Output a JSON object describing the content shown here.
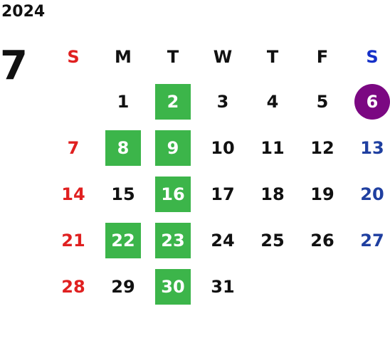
{
  "calendar": {
    "year": "2024",
    "month": "7",
    "colors": {
      "sunday": "#e02020",
      "saturday": "#1f3fa0",
      "highlight_green": "#3cb54a",
      "highlight_purple": "#7b0882"
    },
    "weekdays": [
      "S",
      "M",
      "T",
      "W",
      "T",
      "F",
      "S"
    ],
    "weeks": [
      [
        {
          "day": ""
        },
        {
          "day": "1"
        },
        {
          "day": "2",
          "highlight": "green"
        },
        {
          "day": "3"
        },
        {
          "day": "4"
        },
        {
          "day": "5"
        },
        {
          "day": "6",
          "highlight": "purple-circle"
        }
      ],
      [
        {
          "day": "7"
        },
        {
          "day": "8",
          "highlight": "green"
        },
        {
          "day": "9",
          "highlight": "green"
        },
        {
          "day": "10"
        },
        {
          "day": "11"
        },
        {
          "day": "12"
        },
        {
          "day": "13"
        }
      ],
      [
        {
          "day": "14"
        },
        {
          "day": "15"
        },
        {
          "day": "16",
          "highlight": "green"
        },
        {
          "day": "17"
        },
        {
          "day": "18"
        },
        {
          "day": "19"
        },
        {
          "day": "20"
        }
      ],
      [
        {
          "day": "21"
        },
        {
          "day": "22",
          "highlight": "green"
        },
        {
          "day": "23",
          "highlight": "green"
        },
        {
          "day": "24"
        },
        {
          "day": "25"
        },
        {
          "day": "26"
        },
        {
          "day": "27"
        }
      ],
      [
        {
          "day": "28"
        },
        {
          "day": "29"
        },
        {
          "day": "30",
          "highlight": "green"
        },
        {
          "day": "31"
        },
        {
          "day": ""
        },
        {
          "day": ""
        },
        {
          "day": ""
        }
      ]
    ]
  }
}
